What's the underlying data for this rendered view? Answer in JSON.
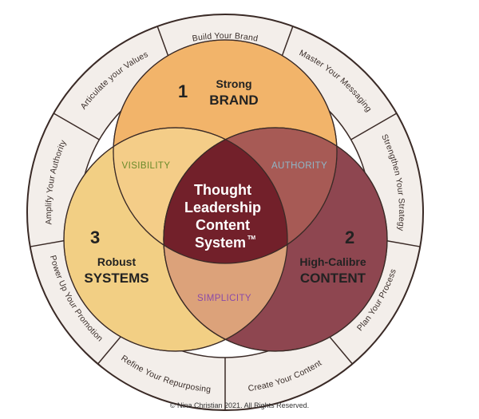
{
  "colors": {
    "brand": "#f2b46a",
    "systems": "#f2cf84",
    "content": "#8e4650",
    "center": "#72202a",
    "ring": "#f3eeea",
    "ring_stroke": "#3a2a26",
    "visibility_text": "#6a8a2a",
    "authority_text": "#8fb7c8",
    "simplicity_text": "#8a4aa8"
  },
  "ring_segments": [
    "Build Your Brand",
    "Master Your Messaging",
    "Strengthen Your Strategy",
    "Plan Your Process",
    "Create Your Content",
    "Refine Your Repurposing",
    "Power Up Your Promotion",
    "Amplify Your Authority",
    "Articulate your Values"
  ],
  "circles": {
    "brand": {
      "number": "1",
      "line1": "Strong",
      "line2": "BRAND"
    },
    "content": {
      "number": "2",
      "line1": "High-Calibre",
      "line2": "CONTENT"
    },
    "systems": {
      "number": "3",
      "line1": "Robust",
      "line2": "SYSTEMS"
    }
  },
  "overlaps": {
    "visibility": "VISIBILITY",
    "authority": "AUTHORITY",
    "simplicity": "SIMPLICITY"
  },
  "center": {
    "line1": "Thought",
    "line2": "Leadership",
    "line3": "Content",
    "line4": "System",
    "tm": "TM"
  },
  "copyright": "© Nina Christian 2021. All Rights Reserved."
}
